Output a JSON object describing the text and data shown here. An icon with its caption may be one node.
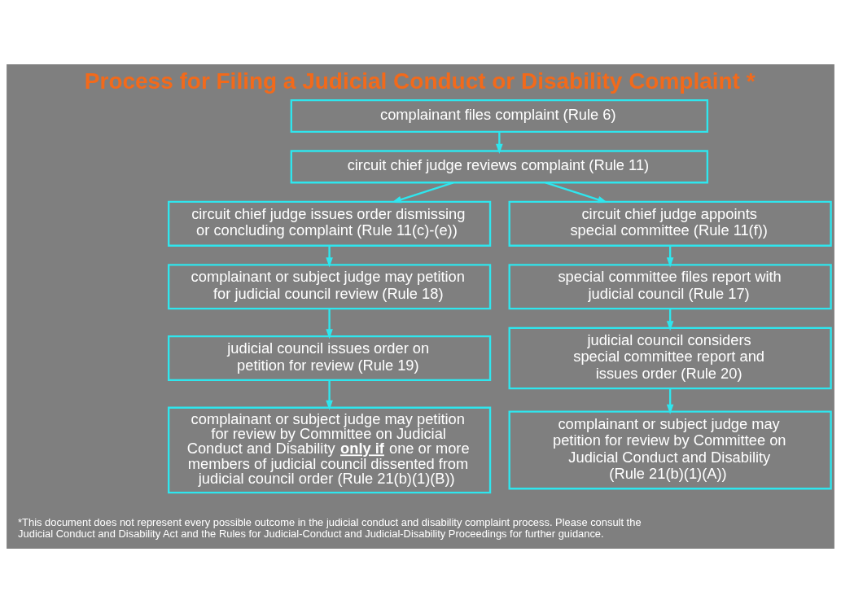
{
  "diagram": {
    "title": "Process for Filing a Judicial Conduct or Disability Complaint *",
    "nodes": [
      {
        "text": [
          "complainant files complaint (Rule 6)"
        ]
      },
      {
        "text": [
          "circuit chief judge reviews complaint (Rule 11)"
        ]
      },
      {
        "text": [
          "circuit chief judge issues order dismissing or concluding complaint (Rule 11(c)-(e))"
        ]
      },
      {
        "text": [
          "circuit chief judge appoints special committee (Rule 11(f))"
        ]
      },
      {
        "text": [
          "complainant or subject judge may petition for judicial council review (Rule 18)"
        ]
      },
      {
        "text": [
          "special committee files report with judicial council (Rule 17)"
        ]
      },
      {
        "text": [
          "judicial council issues order on petition for review (Rule 19)"
        ]
      },
      {
        "text": [
          "judicial council considers special committee report and issues order (Rule 20)"
        ]
      },
      {
        "text": [
          "complainant or subject judge may petition for review by Committee on Judicial Conduct and Disability **only if** one or more members of judicial council dissented from judicial council order (Rule 21(b)(1)(B))"
        ]
      },
      {
        "text": [
          "complainant or subject judge may petition for review by Committee on Judicial Conduct and Disability (Rule 21(b)(1)(A))"
        ]
      }
    ],
    "edges": [
      {
        "from": 0,
        "to": 1,
        "arrow": "to"
      },
      {
        "from": 1,
        "to": 2,
        "arrow": "to"
      },
      {
        "from": 1,
        "to": 3,
        "arrow": "to"
      },
      {
        "from": 2,
        "to": 4,
        "arrow": "to"
      },
      {
        "from": 3,
        "to": 5,
        "arrow": "to"
      },
      {
        "from": 4,
        "to": 6,
        "arrow": "to"
      },
      {
        "from": 5,
        "to": 7,
        "arrow": "to"
      },
      {
        "from": 6,
        "to": 8,
        "arrow": "to"
      },
      {
        "from": 7,
        "to": 9,
        "arrow": "to"
      }
    ],
    "labels": [
      "*This document does not represent every possible outcome in the judicial conduct and disability complaint process. Please consult the Judicial Conduct and Disability Act and the Rules for Judicial-Conduct and Judicial-Disability Proceedings for further guidance."
    ]
  }
}
